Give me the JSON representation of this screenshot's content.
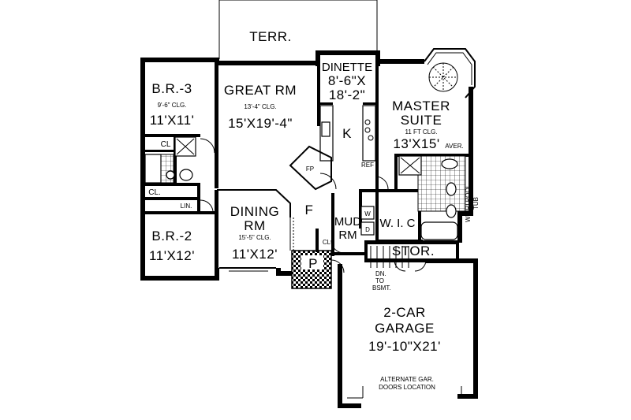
{
  "rooms": {
    "terrace": {
      "name": "TERR."
    },
    "br3": {
      "name": "B.R.-3",
      "ceiling": "9'-6\" CLG.",
      "size": "11'X11'"
    },
    "great_rm": {
      "name": "GREAT RM",
      "ceiling": "13'-4\" CLG.",
      "size": "15'X19'-4\""
    },
    "dinette": {
      "name": "DINETTE",
      "size_line1": "8'-6\"X",
      "size_line2": "18'-2\""
    },
    "master": {
      "name_line1": "MASTER",
      "name_line2": "SUITE",
      "ceiling": "11 FT CLG.",
      "size": "13'X15'",
      "size_note": "AVER."
    },
    "kitchen": {
      "name": "K"
    },
    "ref": {
      "name": "REF"
    },
    "fireplace": {
      "name": "FP"
    },
    "closet_br3": {
      "name": "CL"
    },
    "closet_hall": {
      "name": "CL."
    },
    "linen": {
      "name": "LIN."
    },
    "br2": {
      "name": "B.R.-2",
      "size": "11'X12'"
    },
    "dining": {
      "name_line1": "DINING",
      "name_line2": "RM",
      "ceiling": "15'-5\" CLG.",
      "size": "11'X12'"
    },
    "foyer": {
      "name": "F"
    },
    "mud": {
      "name_line1": "MUD",
      "name_line2": "RM"
    },
    "washer": {
      "name": "W"
    },
    "dryer": {
      "name": "D"
    },
    "closet_foyer": {
      "name": "CL"
    },
    "wic": {
      "name": "W. I. C"
    },
    "porch": {
      "name": "P"
    },
    "storage": {
      "name": "STOR."
    },
    "whirlpool": {
      "name_line1": "WHIRLPOOL",
      "name_line2": "TUB"
    },
    "stairs": {
      "line1": "DN.",
      "line2": "TO",
      "line3": "BSMT."
    },
    "garage": {
      "name_line1": "2-CAR",
      "name_line2": "GARAGE",
      "size": "19'-10\"X21'"
    },
    "alt_garage": {
      "line1": "ALTERNATE GAR.",
      "line2": "DOORS LOCATION"
    }
  }
}
